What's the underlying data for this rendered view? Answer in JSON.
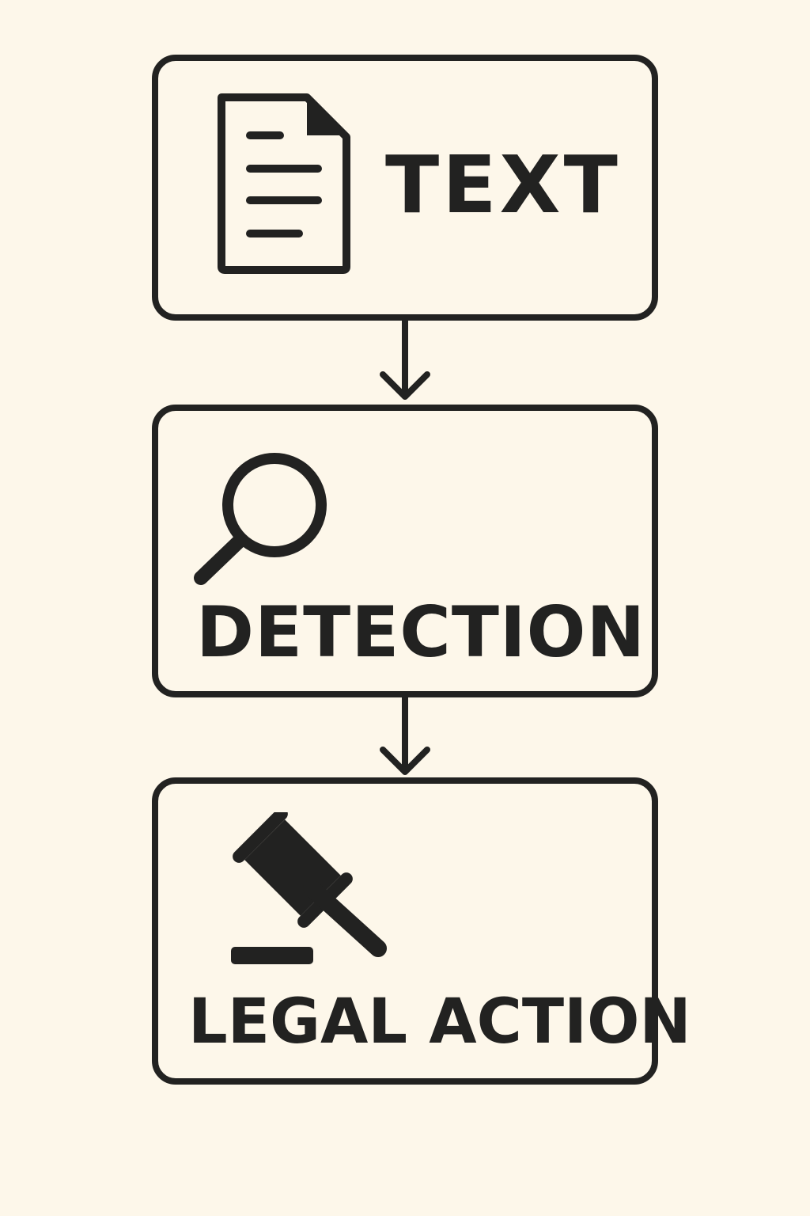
{
  "diagram": {
    "nodes": [
      {
        "id": "text",
        "label": "TEXT",
        "icon": "document-icon"
      },
      {
        "id": "detection",
        "label": "DETECTION",
        "icon": "magnifying-glass-icon"
      },
      {
        "id": "legal_action",
        "label": "LEGAL ACTION",
        "icon": "gavel-icon"
      }
    ],
    "edges": [
      {
        "from": "text",
        "to": "detection"
      },
      {
        "from": "detection",
        "to": "legal_action"
      }
    ]
  },
  "colors": {
    "background": "#fdf7ea",
    "ink": "#222221"
  }
}
